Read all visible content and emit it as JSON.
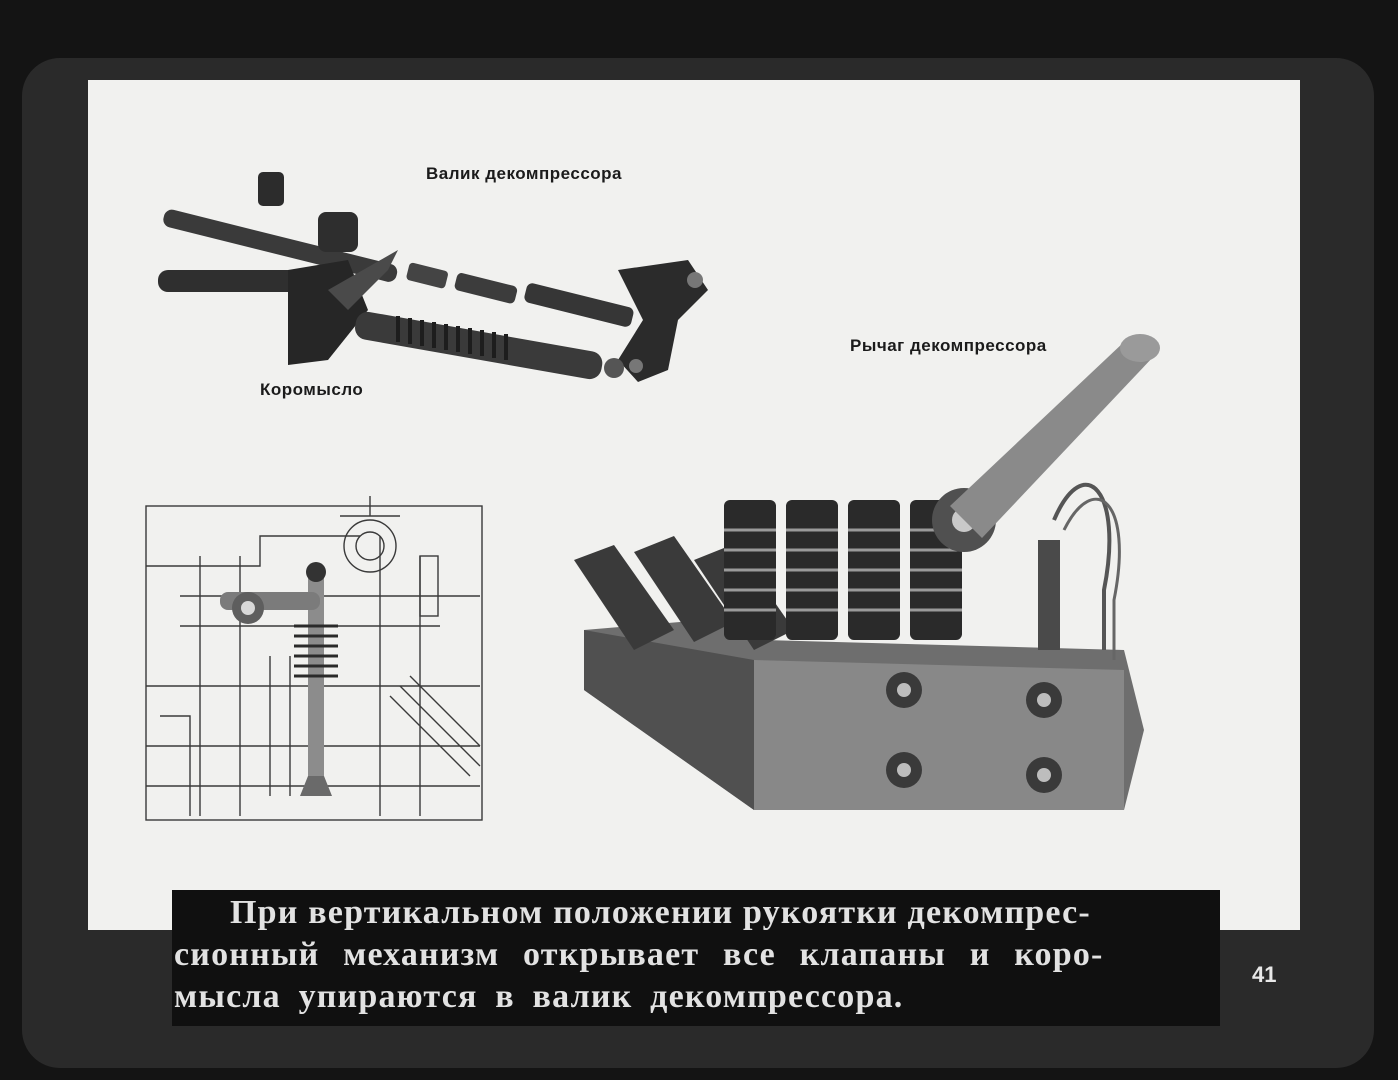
{
  "labels": {
    "shaft": "Валик декомпрессора",
    "lever": "Рычаг декомпрессора",
    "rocker": "Коромысло"
  },
  "caption": {
    "line1": "При вертикальном положении рукоятки декомпрес-",
    "line2": "сионный механизм открывает все клапаны и коро-",
    "line3": "мысла упираются в валик декомпрессора."
  },
  "page_number": "41"
}
